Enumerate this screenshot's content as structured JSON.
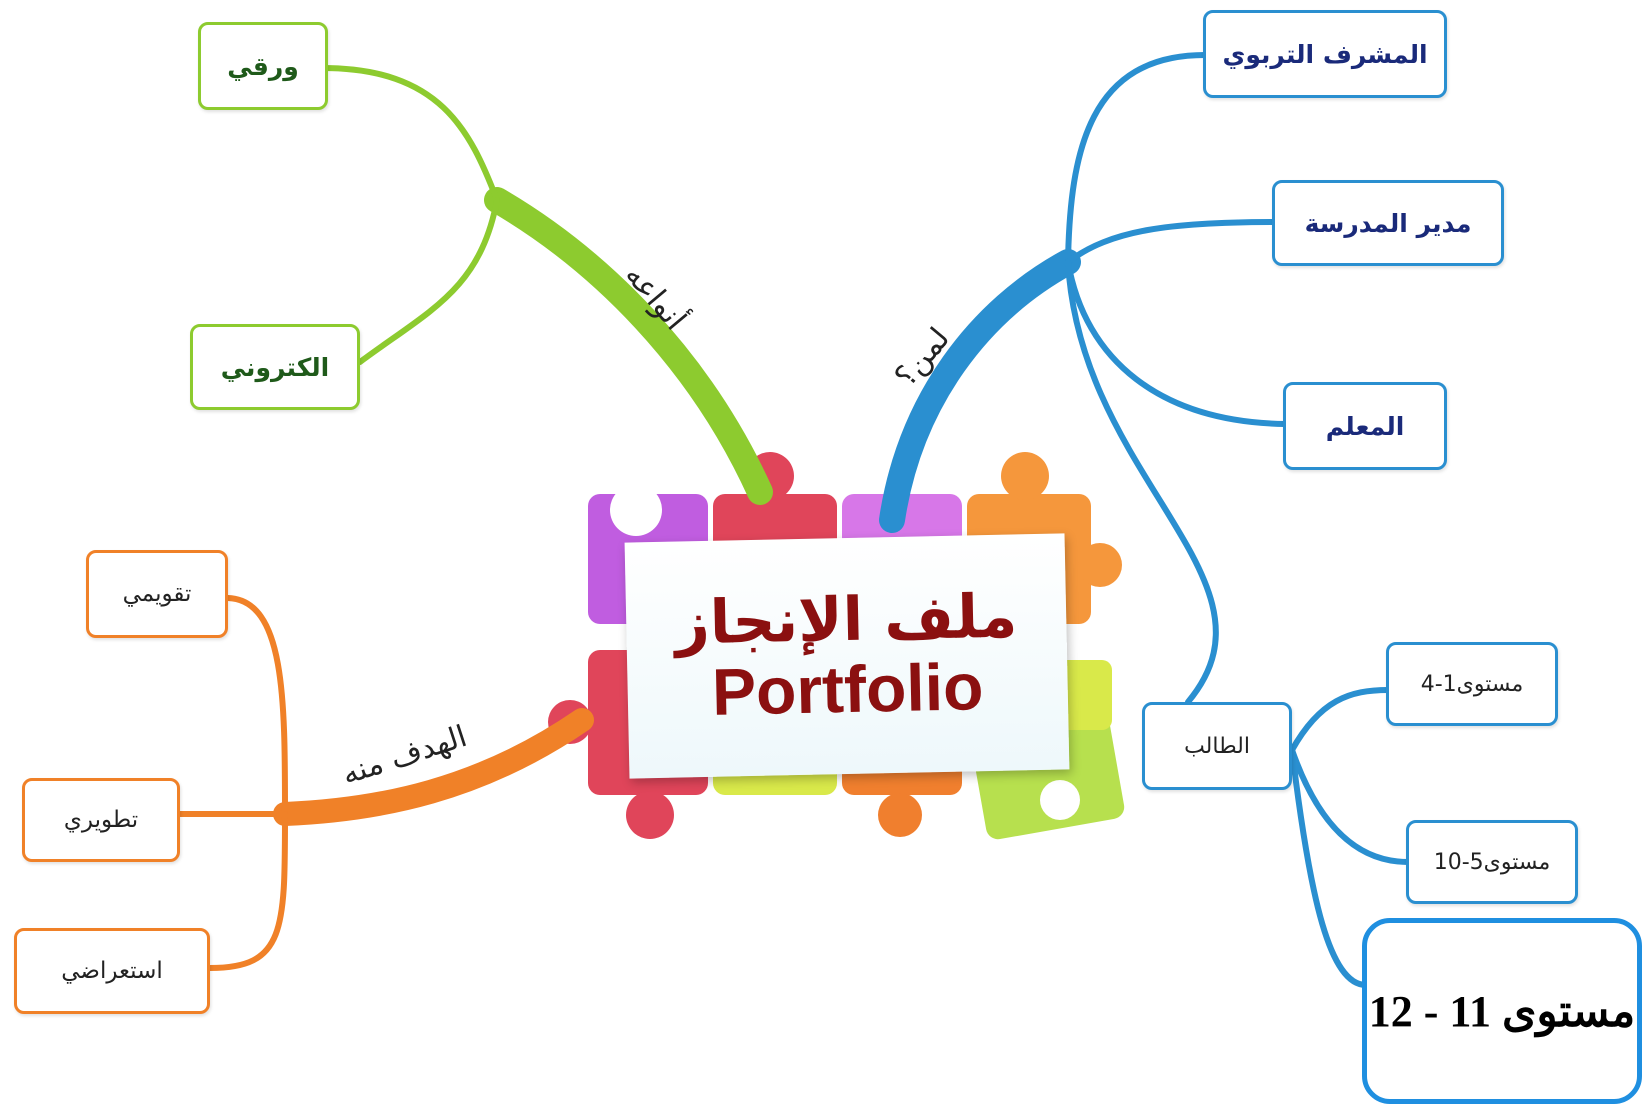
{
  "center": {
    "title_ar": "ملف الإنجاز",
    "title_en": "Portfolio"
  },
  "branches": {
    "types": {
      "label": "أنواعه",
      "color": "#8dcb2f",
      "children": [
        "ورقي",
        "الكتروني"
      ]
    },
    "for_whom": {
      "label": "لمن؟",
      "color": "#2a8fd0",
      "children": [
        "المشرف التربوي",
        "مدير المدرسة",
        "المعلم",
        "الطالب"
      ],
      "student_children": [
        "مستوى1-4",
        "مستوى5-10",
        "مستوى 11 - 12"
      ]
    },
    "purpose": {
      "label": "الهدف منه",
      "color": "#f08128",
      "children": [
        "تقويمي",
        "تطويري",
        "استعراضي"
      ]
    }
  },
  "puzzle_colors": [
    "#c05de0",
    "#e0455a",
    "#d777e8",
    "#f5973c",
    "#d9e94a",
    "#f07f2e",
    "#b7e04e"
  ]
}
